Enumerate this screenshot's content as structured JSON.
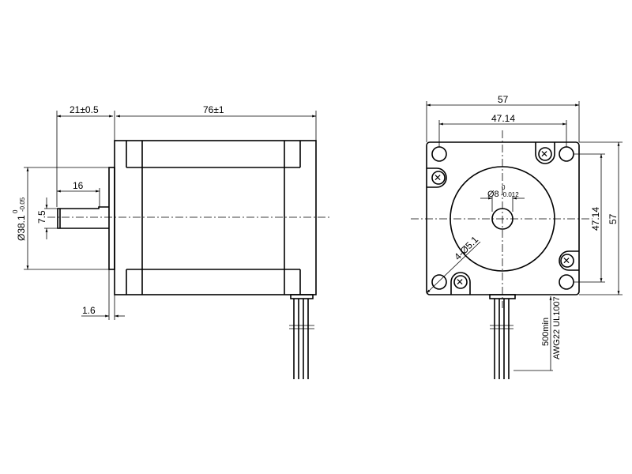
{
  "side_view": {
    "shaft_length": "21±0.5",
    "body_length": "76±1",
    "flat_length": "16",
    "shaft_flat": "7.5",
    "pilot_diameter": "Ø38.1",
    "pilot_tol_upper": "0",
    "pilot_tol_lower": "-0.05",
    "flange_thickness": "1.6"
  },
  "front_view": {
    "width": "57",
    "hole_spacing": "47.14",
    "height": "57",
    "hole_spacing_vertical": "47.14",
    "shaft_diameter": "Ø8",
    "shaft_tol_upper": "0",
    "shaft_tol_lower": "-0.012",
    "holes": "4-Ø5.1",
    "lead_length": "500min",
    "lead_spec": "AWG22 UL1007"
  }
}
